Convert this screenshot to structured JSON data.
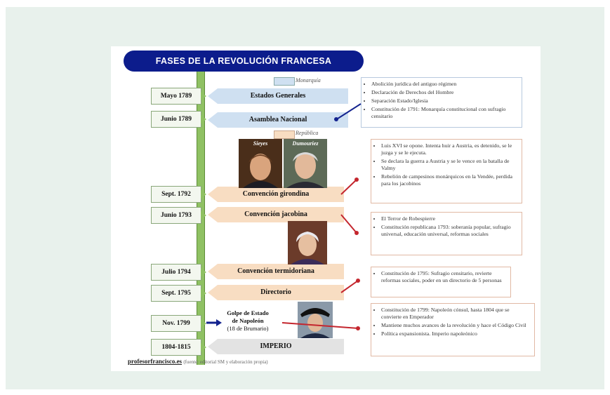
{
  "title": "FASES DE LA REVOLUCIÓN FRANCESA",
  "legend": {
    "monarchy": "Monarquía",
    "republic": "República"
  },
  "dates": {
    "d1": "Mayo 1789",
    "d2": "Junio 1789",
    "d3": "Sept. 1792",
    "d4": "Junio 1793",
    "d5": "Julio 1794",
    "d6": "Sept. 1795",
    "d7": "Nov. 1799",
    "d8": "1804-1815"
  },
  "phases": {
    "p1": "Estados Generales",
    "p2": "Asamblea Nacional",
    "p3": "Convención girondina",
    "p4": "Convención jacobina",
    "p5": "Convención termidoriana",
    "p6": "Directorio",
    "p7": "IMPERIO"
  },
  "portraits": {
    "sieyes": "Sieyes",
    "dumouriez": "Dumouriez"
  },
  "napoleon": {
    "line1": "Golpe de Estado",
    "line2": "de Napoleón",
    "line3": "(18 de Brumario)"
  },
  "boxes": {
    "b1": [
      "Abolición jurídica del antiguo régimen",
      "Declaración de Derechos del Hombre",
      "Separación Estado/Iglesia",
      "Constitución de 1791: Monarquía constitucional con sufragio censitario"
    ],
    "b2": [
      "Luis XVI se opone. Intenta huir a Austria, es detenido, se le juzga y se le ejecuta.",
      "Se declara la guerra a Austria y se le vence en la batalla de Valmy",
      "Rebelión de campesinos monárquicos en la Vendée, perdida para los jacobinos"
    ],
    "b3": [
      "El Terror de Robespierre",
      "Constitución republicana 1793: soberanía popular, sufragio universal, educación universal, reformas sociales"
    ],
    "b4": [
      "Constitución de 1795: Sufragio censitario, revierte reformas sociales, poder en un directorio de 5 personas"
    ],
    "b5": [
      "Constitución de 1799: Napoleón cónsul, hasta 1804 que se convierte en Emperador",
      "Mantiene muchos avances de la revolución y hace el Código Civil",
      "Política expansionista. Imperio napoleónico"
    ]
  },
  "footer": {
    "site": "profesorfrancisco.es",
    "credit": "(fuente: editorial SM y elaboración propia)"
  }
}
